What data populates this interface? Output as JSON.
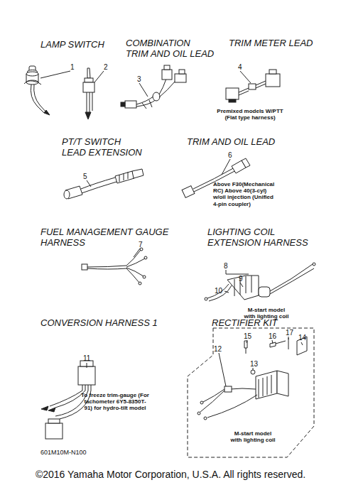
{
  "diagram": {
    "caption": "©2016 Yamaha Motor Corporation, U.S.A. All rights reserved.",
    "labels": [
      "LAMP SWITCH",
      "1",
      "2",
      "COMBINATION TRIM AND OIL LEAD",
      "3",
      "TRIM METER LEAD",
      "4",
      "Premixed models W/PTT (Flat type harness)",
      "PT/T SWITCH LEAD EXTENSION",
      "5",
      "TRIM AND OIL LEAD",
      "6",
      "Above F30(Mechanical RC) Above 40(3-cyl) w/oil injection (Unified 4-pin coupler)",
      "FUEL MANAGEMENT GAUGE HARNESS",
      "7",
      "LIGHTING COIL EXTENSION HARNESS",
      "8",
      "9",
      "10",
      "M-start model with lighting coil",
      "CONVERSION HARNESS 1",
      "11",
      "To freeze trim-gauge (For tachometer 6Y5-8350T-91) for hydro-tilt model",
      "RECTIFIER KIT",
      "15",
      "16",
      "17",
      "14",
      "12",
      "13",
      "M-start model with lighting coil",
      "601M10M-N100"
    ]
  }
}
